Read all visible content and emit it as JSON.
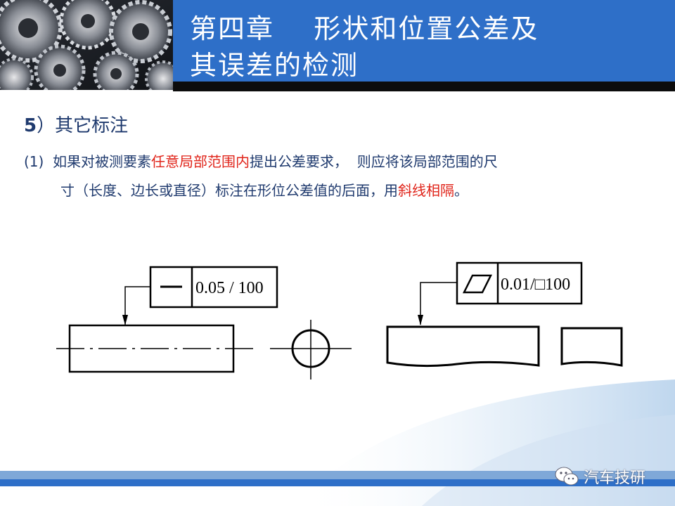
{
  "header": {
    "title_line1": "第四章    形状和位置公差及",
    "title_line2": "其误差的检测"
  },
  "section": {
    "number": "5",
    "heading": "）其它标注"
  },
  "paragraph": {
    "line1_prefix": "(1)  如果对被测要素",
    "line1_highlight": "任意局部范围内",
    "line1_suffix": "提出公差要求，  则应将该局部范围的尺",
    "line2_prefix": "寸（长度、边长或直径）标注在形位公差值的后面，用",
    "line2_highlight": "斜线相隔",
    "line2_suffix": "。"
  },
  "figures": {
    "left_tolerance": "0.05 / 100",
    "right_tolerance": "0.01/□100",
    "left_symbol": "straightness-icon",
    "right_symbol": "flatness-icon"
  },
  "watermark": {
    "text": "汽车技研",
    "icon": "wechat-icon"
  },
  "colors": {
    "title_band": "#2e6fc8",
    "body_text": "#1f3a6e",
    "highlight": "#e0241a"
  }
}
